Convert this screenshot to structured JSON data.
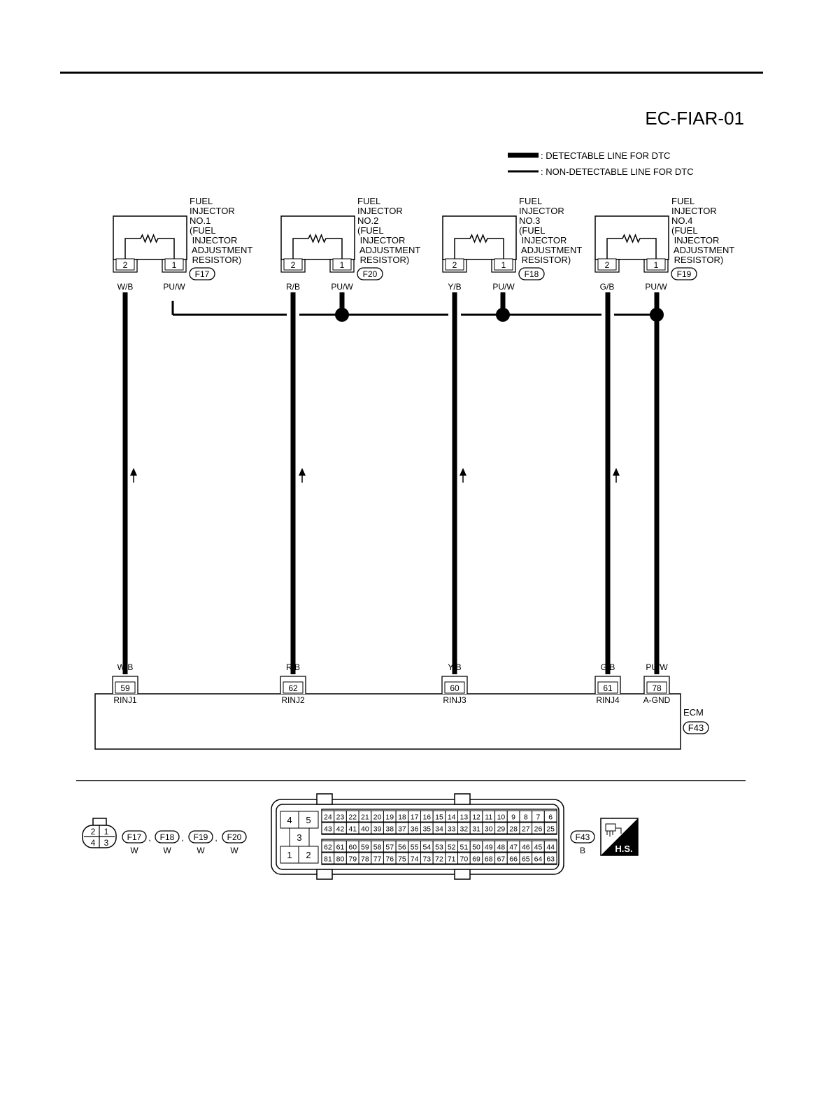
{
  "diagram_id": "EC-FIAR-01",
  "legend": {
    "detectable": ": DETECTABLE LINE FOR DTC",
    "non_detectable": ": NON-DETECTABLE LINE FOR DTC"
  },
  "injectors": [
    {
      "lines": [
        "FUEL",
        "INJECTOR",
        "NO.1",
        "(FUEL",
        " INJECTOR",
        " ADJUSTMENT",
        " RESISTOR)"
      ],
      "connector": "F17",
      "pin_left": "2",
      "pin_right": "1",
      "wire_left": "W/B",
      "wire_right": "PU/W"
    },
    {
      "lines": [
        "FUEL",
        "INJECTOR",
        "NO.2",
        "(FUEL",
        " INJECTOR",
        " ADJUSTMENT",
        " RESISTOR)"
      ],
      "connector": "F20",
      "pin_left": "2",
      "pin_right": "1",
      "wire_left": "R/B",
      "wire_right": "PU/W"
    },
    {
      "lines": [
        "FUEL",
        "INJECTOR",
        "NO.3",
        "(FUEL",
        " INJECTOR",
        " ADJUSTMENT",
        " RESISTOR)"
      ],
      "connector": "F18",
      "pin_left": "2",
      "pin_right": "1",
      "wire_left": "Y/B",
      "wire_right": "PU/W"
    },
    {
      "lines": [
        "FUEL",
        "INJECTOR",
        "NO.4",
        "(FUEL",
        " INJECTOR",
        " ADJUSTMENT",
        " RESISTOR)"
      ],
      "connector": "F19",
      "pin_left": "2",
      "pin_right": "1",
      "wire_left": "G/B",
      "wire_right": "PU/W"
    }
  ],
  "ecm": {
    "name": "ECM",
    "connector": "F43",
    "terminals": [
      {
        "wire": "W/B",
        "pin": "59",
        "signal": "RINJ1"
      },
      {
        "wire": "R/B",
        "pin": "62",
        "signal": "RINJ2"
      },
      {
        "wire": "Y/B",
        "pin": "60",
        "signal": "RINJ3"
      },
      {
        "wire": "G/B",
        "pin": "61",
        "signal": "RINJ4"
      },
      {
        "wire": "PU/W",
        "pin": "78",
        "signal": "A-GND"
      }
    ]
  },
  "footer": {
    "small_connector_pins": [
      "2",
      "1",
      "4",
      "3"
    ],
    "small_connectors": [
      {
        "id": "F17",
        "color": "W"
      },
      {
        "id": "F18",
        "color": "W"
      },
      {
        "id": "F19",
        "color": "W"
      },
      {
        "id": "F20",
        "color": "W"
      }
    ],
    "separator": ",",
    "ecm_connector": {
      "id": "F43",
      "color": "B"
    },
    "ecm_large_pins": [
      "4",
      "5",
      "3",
      "1",
      "2"
    ],
    "ecm_row1": [
      "24",
      "23",
      "22",
      "21",
      "20",
      "19",
      "18",
      "17",
      "16",
      "15",
      "14",
      "13",
      "12",
      "11",
      "10",
      "9",
      "8",
      "7",
      "6"
    ],
    "ecm_row2": [
      "43",
      "42",
      "41",
      "40",
      "39",
      "38",
      "37",
      "36",
      "35",
      "34",
      "33",
      "32",
      "31",
      "30",
      "29",
      "28",
      "27",
      "26",
      "25"
    ],
    "ecm_row3": [
      "62",
      "61",
      "60",
      "59",
      "58",
      "57",
      "56",
      "55",
      "54",
      "53",
      "52",
      "51",
      "50",
      "49",
      "48",
      "47",
      "46",
      "45",
      "44"
    ],
    "ecm_row4": [
      "81",
      "80",
      "79",
      "78",
      "77",
      "76",
      "75",
      "74",
      "73",
      "72",
      "71",
      "70",
      "69",
      "68",
      "67",
      "66",
      "65",
      "64",
      "63"
    ],
    "hs_label": "H.S."
  }
}
